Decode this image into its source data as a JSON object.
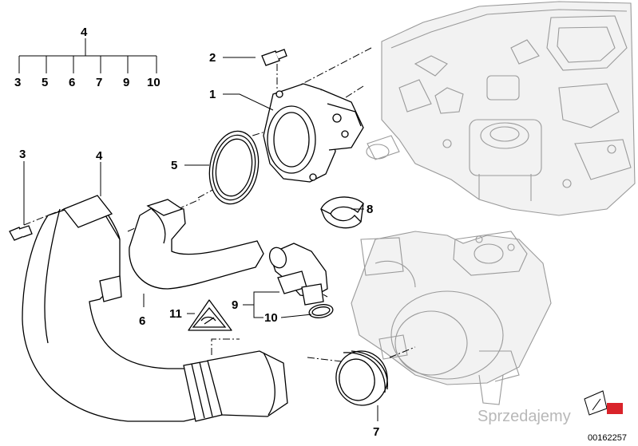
{
  "callouts": {
    "tree_top": "4",
    "tree_items": [
      "3",
      "5",
      "6",
      "7",
      "9",
      "10"
    ],
    "c2": "2",
    "c1": "1",
    "c5": "5",
    "c8": "8",
    "c3": "3",
    "c4": "4",
    "c6": "6",
    "c11": "11",
    "c9": "9",
    "c10": "10",
    "c7": "7"
  },
  "footer": {
    "document_number": "00162257",
    "watermark": "Sprzedajemy"
  }
}
